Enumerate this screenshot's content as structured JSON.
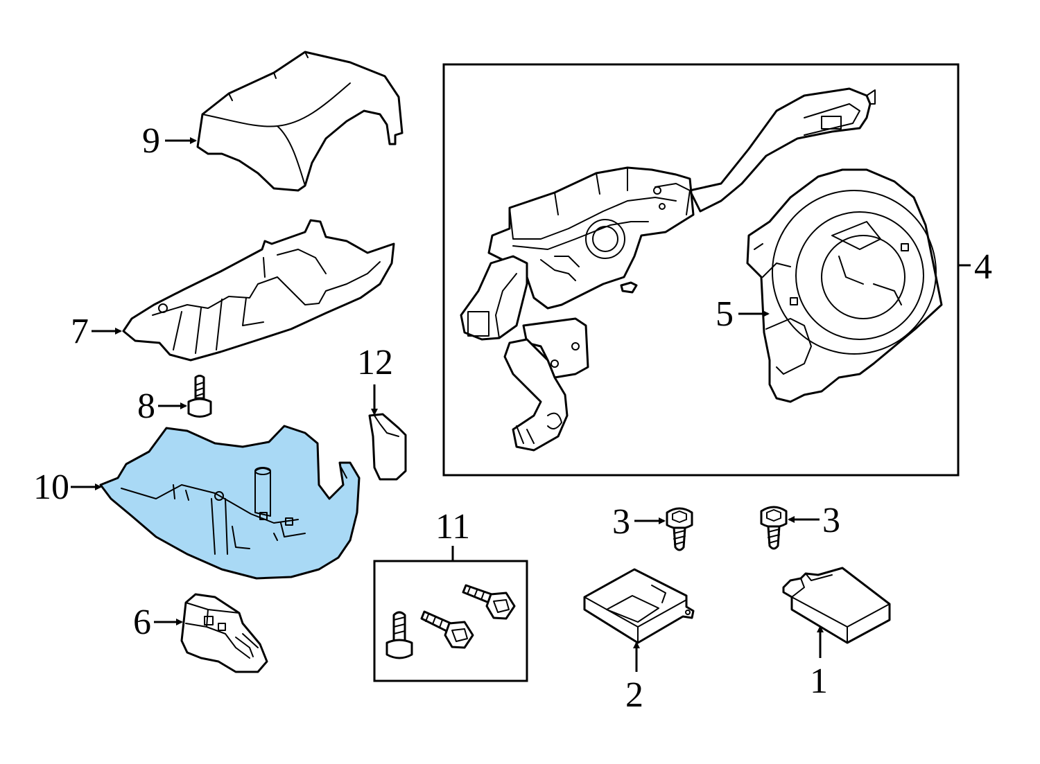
{
  "highlight_color": "#a9d9f5",
  "callouts": {
    "c1": "1",
    "c2": "2",
    "c3a": "3",
    "c3b": "3",
    "c4": "4",
    "c5": "5",
    "c6": "6",
    "c7": "7",
    "c8": "8",
    "c9": "9",
    "c10": "10",
    "c11": "11",
    "c12": "12"
  }
}
